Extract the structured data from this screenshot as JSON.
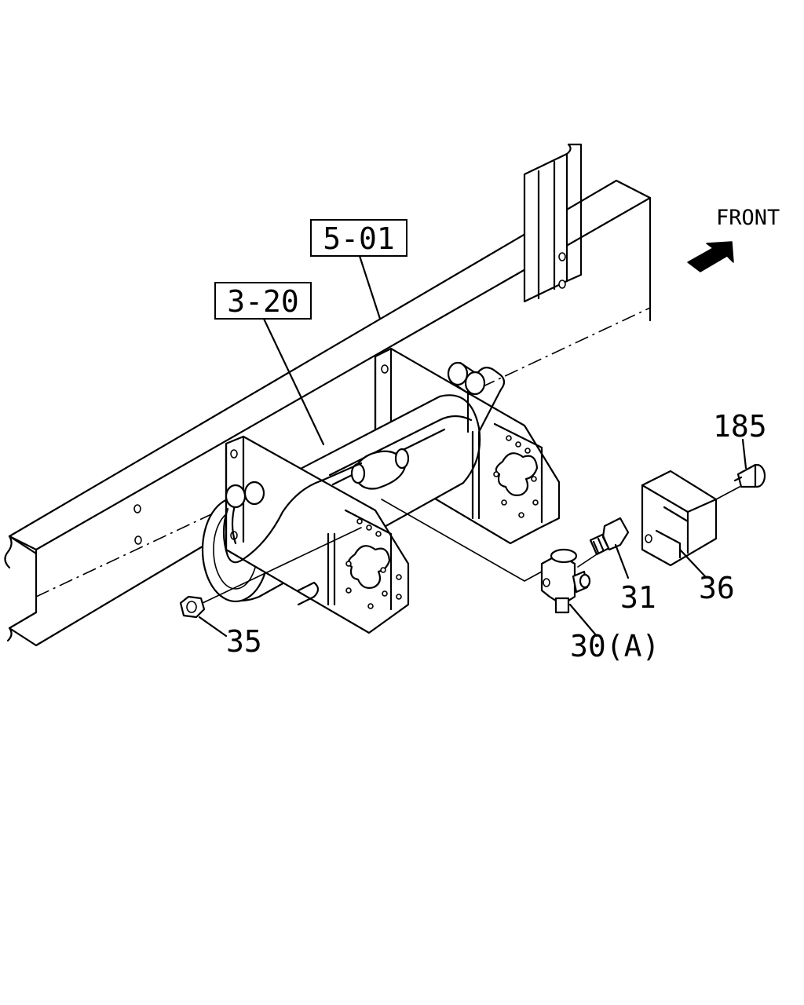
{
  "direction": {
    "label": "FRONT",
    "icon": "front-arrow-icon"
  },
  "reference_boxes": [
    {
      "id": "ref-5-01",
      "label": "5-01"
    },
    {
      "id": "ref-3-20",
      "label": "3-20"
    }
  ],
  "callouts": [
    {
      "id": "callout-185",
      "label": "185"
    },
    {
      "id": "callout-31",
      "label": "31"
    },
    {
      "id": "callout-36",
      "label": "36"
    },
    {
      "id": "callout-35",
      "label": "35"
    },
    {
      "id": "callout-30a",
      "label": "30(A)"
    }
  ]
}
